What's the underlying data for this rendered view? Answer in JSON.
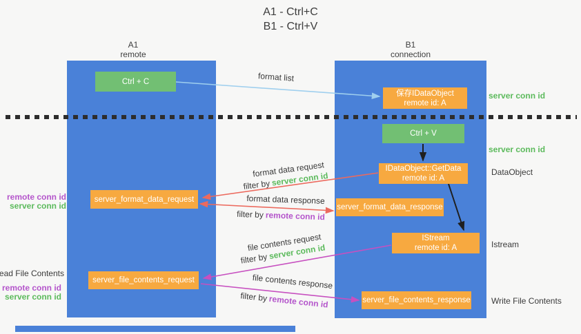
{
  "title": {
    "line1": "A1 - Ctrl+C",
    "line2": "B1 - Ctrl+V"
  },
  "lifelines": {
    "a1": {
      "name": "A1",
      "subtitle": "remote"
    },
    "b1": {
      "name": "B1",
      "subtitle": "connection"
    }
  },
  "nodes": {
    "ctrl_c": {
      "label": "Ctrl + C"
    },
    "save_dataobject": {
      "line1": "保存IDataObject",
      "line2": "remote id: A"
    },
    "ctrl_v": {
      "label": "Ctrl + V"
    },
    "getdata": {
      "line1": "IDataObject::GetData",
      "line2": "remote id: A"
    },
    "server_format_data_request": {
      "label": "server_format_data_request"
    },
    "server_format_data_response": {
      "label": "server_format_data_response"
    },
    "istream": {
      "line1": "IStream",
      "line2": "remote id: A"
    },
    "server_file_contents_request": {
      "label": "server_file_contents_request"
    },
    "server_file_contents_response": {
      "label": "server_file_contents_response"
    }
  },
  "edge_labels": {
    "format_list": "format list",
    "format_data_request": "format data request",
    "format_data_response": "format data response",
    "file_contents_request": "file contents request",
    "file_contents_response": "file contents response",
    "filter_by": "filter by",
    "server_conn_id": "server conn id",
    "remote_conn_id": "remote conn id"
  },
  "right_labels": {
    "server_conn_id_top": "server conn id",
    "server_conn_id_mid": "server conn id",
    "dataobject": "DataObject",
    "istream": "Istream",
    "write_file_contents": "Write File Contents"
  },
  "left_labels": {
    "remote_conn_id_top": "remote conn id",
    "server_conn_id_top": "server conn id",
    "read_file_contents": "Read File Contents",
    "remote_conn_id_bottom": "remote conn id",
    "server_conn_id_bottom": "server conn id"
  },
  "colors": {
    "lifeline_blue": "#4a81d8",
    "node_green": "#72bf73",
    "node_orange": "#f7a940",
    "conn_id_green": "#5cba5c",
    "conn_id_purple": "#b455cb",
    "arrow_red": "#ec6a5e",
    "arrow_magenta": "#c750c0",
    "arrow_lightblue": "#9fcfee",
    "background": "#f7f7f6"
  }
}
